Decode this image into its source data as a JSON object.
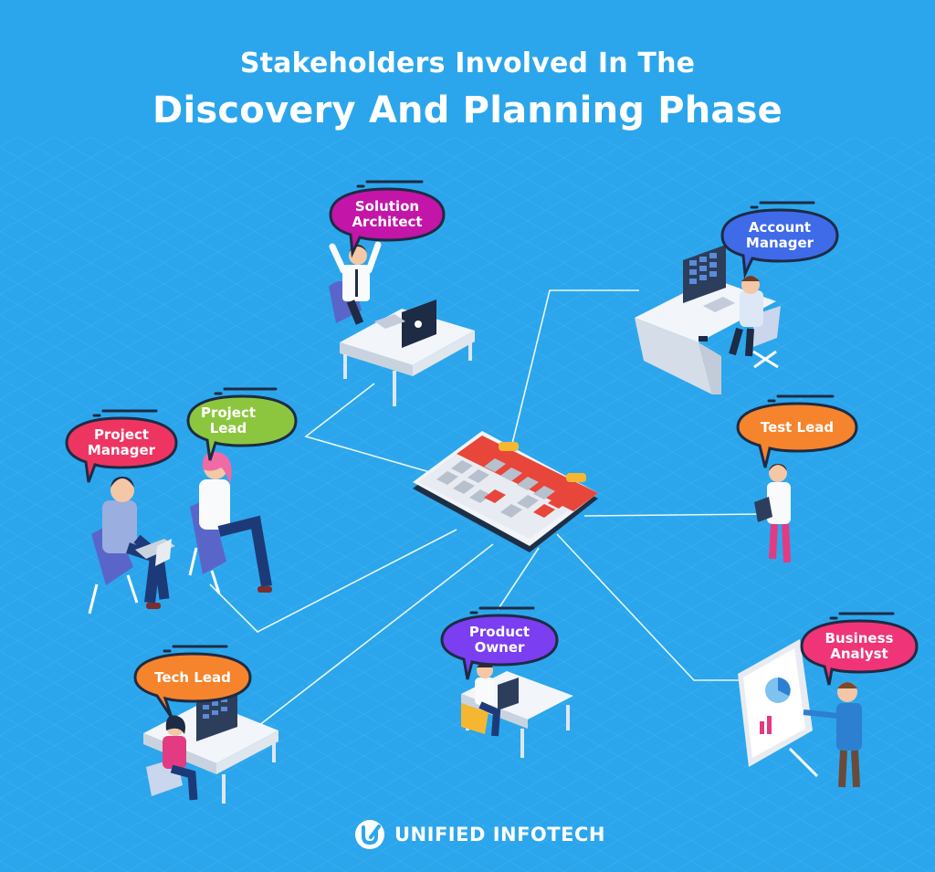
{
  "header": {
    "line1": "Stakeholders Involved In The",
    "line2": "Discovery And Planning Phase"
  },
  "roles": {
    "solution_architect": "Solution\nArchitect",
    "account_manager": "Account\nManager",
    "project_manager": "Project\nManager",
    "project_lead": "Project\nLead",
    "test_lead": "Test Lead",
    "product_owner": "Product\nOwner",
    "business_analyst": "Business\nAnalyst",
    "tech_lead": "Tech Lead"
  },
  "colors": {
    "background": "#2ba6ec",
    "solution_architect": "#c315a8",
    "account_manager": "#3f6ae8",
    "project_manager": "#ee3562",
    "project_lead": "#8cc63f",
    "test_lead": "#f5842c",
    "product_owner": "#7b3ef0",
    "business_analyst": "#ef3577",
    "tech_lead": "#f5842c"
  },
  "brand": {
    "name": "UNIFIED INFOTECH",
    "logo_icon": "unified-infotech-logo-icon"
  }
}
